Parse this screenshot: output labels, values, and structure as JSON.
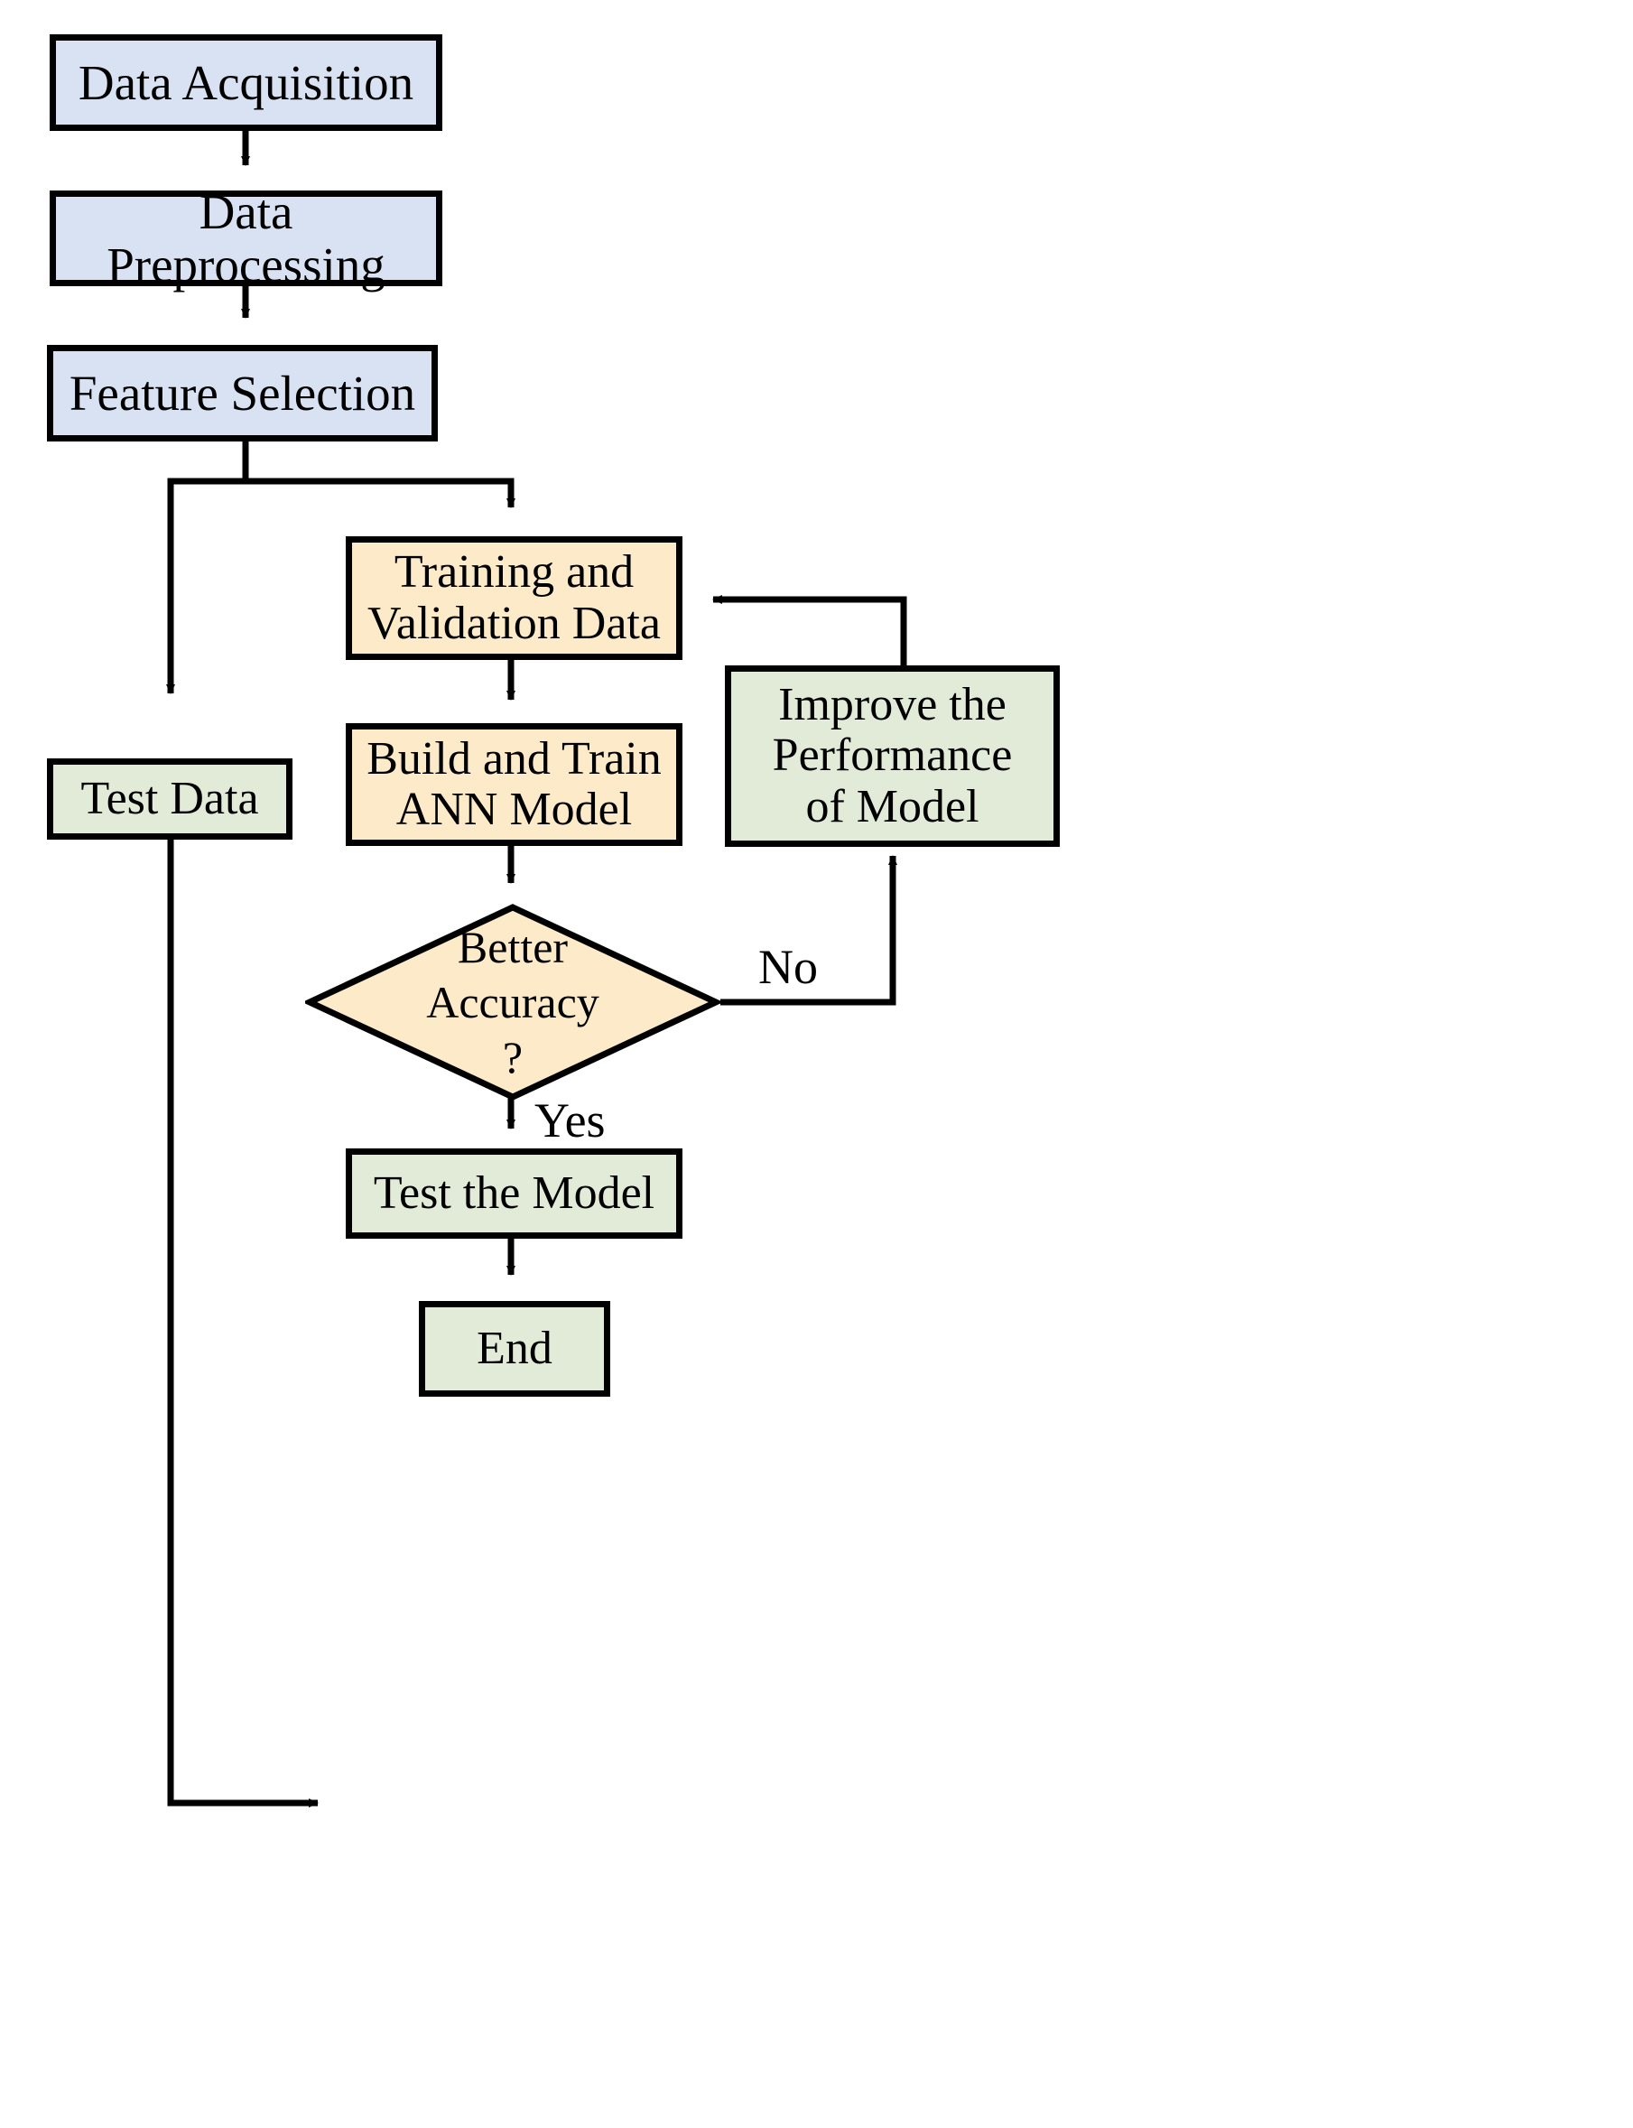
{
  "diagram": {
    "title": "ANN Model Development Flowchart",
    "type": "flowchart",
    "background": "#ffffff",
    "stroke_color": "#000000",
    "palette": {
      "blue_fill": "#d9e2f3",
      "cream_fill": "#fdeac8",
      "green_fill": "#e2ebd8"
    }
  },
  "nodes": {
    "data_acquisition": {
      "label": "Data Acquisition",
      "shape": "rectangle",
      "fill": "#d9e2f3"
    },
    "data_preprocessing": {
      "label": "Data Preprocessing",
      "shape": "rectangle",
      "fill": "#d9e2f3"
    },
    "feature_selection": {
      "label": "Feature Selection",
      "shape": "rectangle",
      "fill": "#d9e2f3"
    },
    "training_validation_data": {
      "label": "Training and\nValidation Data",
      "shape": "rectangle",
      "fill": "#fdeac8"
    },
    "test_data": {
      "label": "Test Data",
      "shape": "rectangle",
      "fill": "#e2ebd8"
    },
    "build_train_ann": {
      "label": "Build and Train\nANN Model",
      "shape": "rectangle",
      "fill": "#fdeac8"
    },
    "improve_performance": {
      "label": "Improve the\nPerformance\nof Model",
      "shape": "rectangle",
      "fill": "#e2ebd8"
    },
    "better_accuracy": {
      "label": "Better\nAccuracy\n?",
      "shape": "diamond",
      "fill": "#fdeac8"
    },
    "test_the_model": {
      "label": "Test the Model",
      "shape": "rectangle",
      "fill": "#e2ebd8"
    },
    "end": {
      "label": "End",
      "shape": "rectangle",
      "fill": "#e2ebd8"
    }
  },
  "edge_labels": {
    "no": "No",
    "yes": "Yes"
  },
  "edges": [
    {
      "from": "data_acquisition",
      "to": "data_preprocessing",
      "label": ""
    },
    {
      "from": "data_preprocessing",
      "to": "feature_selection",
      "label": ""
    },
    {
      "from": "feature_selection",
      "to": "test_data",
      "label": ""
    },
    {
      "from": "feature_selection",
      "to": "training_validation_data",
      "label": ""
    },
    {
      "from": "training_validation_data",
      "to": "build_train_ann",
      "label": ""
    },
    {
      "from": "build_train_ann",
      "to": "better_accuracy",
      "label": ""
    },
    {
      "from": "better_accuracy",
      "to": "improve_performance",
      "label": "No"
    },
    {
      "from": "improve_performance",
      "to": "training_validation_data",
      "label": ""
    },
    {
      "from": "better_accuracy",
      "to": "test_the_model",
      "label": "Yes"
    },
    {
      "from": "test_data",
      "to": "test_the_model",
      "label": ""
    },
    {
      "from": "test_the_model",
      "to": "end",
      "label": ""
    }
  ]
}
